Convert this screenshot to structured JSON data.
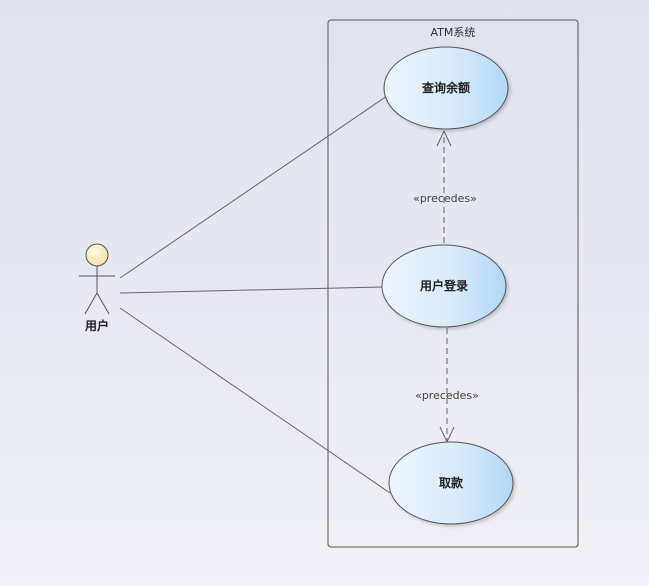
{
  "system": {
    "title": "ATM系统"
  },
  "actor": {
    "name": "用户"
  },
  "use_cases": {
    "balance": "查询余额",
    "login": "用户登录",
    "withdraw": "取款"
  },
  "dependencies": {
    "login_to_balance": "«precedes»",
    "login_to_withdraw": "«precedes»"
  }
}
